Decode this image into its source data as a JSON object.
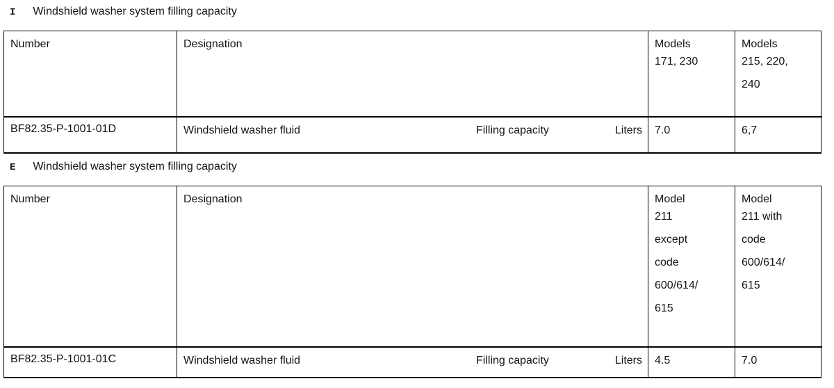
{
  "sections": [
    {
      "letter": "I",
      "title": "Windshield washer system filling capacity",
      "table": {
        "headers": {
          "number": "Number",
          "designation": "Designation",
          "col3_lines": [
            "Models",
            "171, 230"
          ],
          "col4_lines": [
            "Models",
            "215, 220,",
            "240"
          ]
        },
        "row": {
          "number": "BF82.35-P-1001-01D",
          "designation": "Windshield washer fluid",
          "property": "Filling capacity",
          "unit": "Liters",
          "val3": "7.0",
          "val4": "6,7"
        }
      }
    },
    {
      "letter": "E",
      "title": "Windshield washer system filling capacity",
      "table": {
        "headers": {
          "number": "Number",
          "designation": "Designation",
          "col3_lines": [
            "Model",
            "211",
            "except",
            "code",
            "600/614/",
            "615"
          ],
          "col4_lines": [
            "Model",
            "211 with",
            "code",
            "600/614/",
            "615"
          ]
        },
        "row": {
          "number": "BF82.35-P-1001-01C",
          "designation": "Windshield washer fluid",
          "property": "Filling capacity",
          "unit": "Liters",
          "val3": "4.5",
          "val4": "7.0"
        }
      }
    }
  ]
}
